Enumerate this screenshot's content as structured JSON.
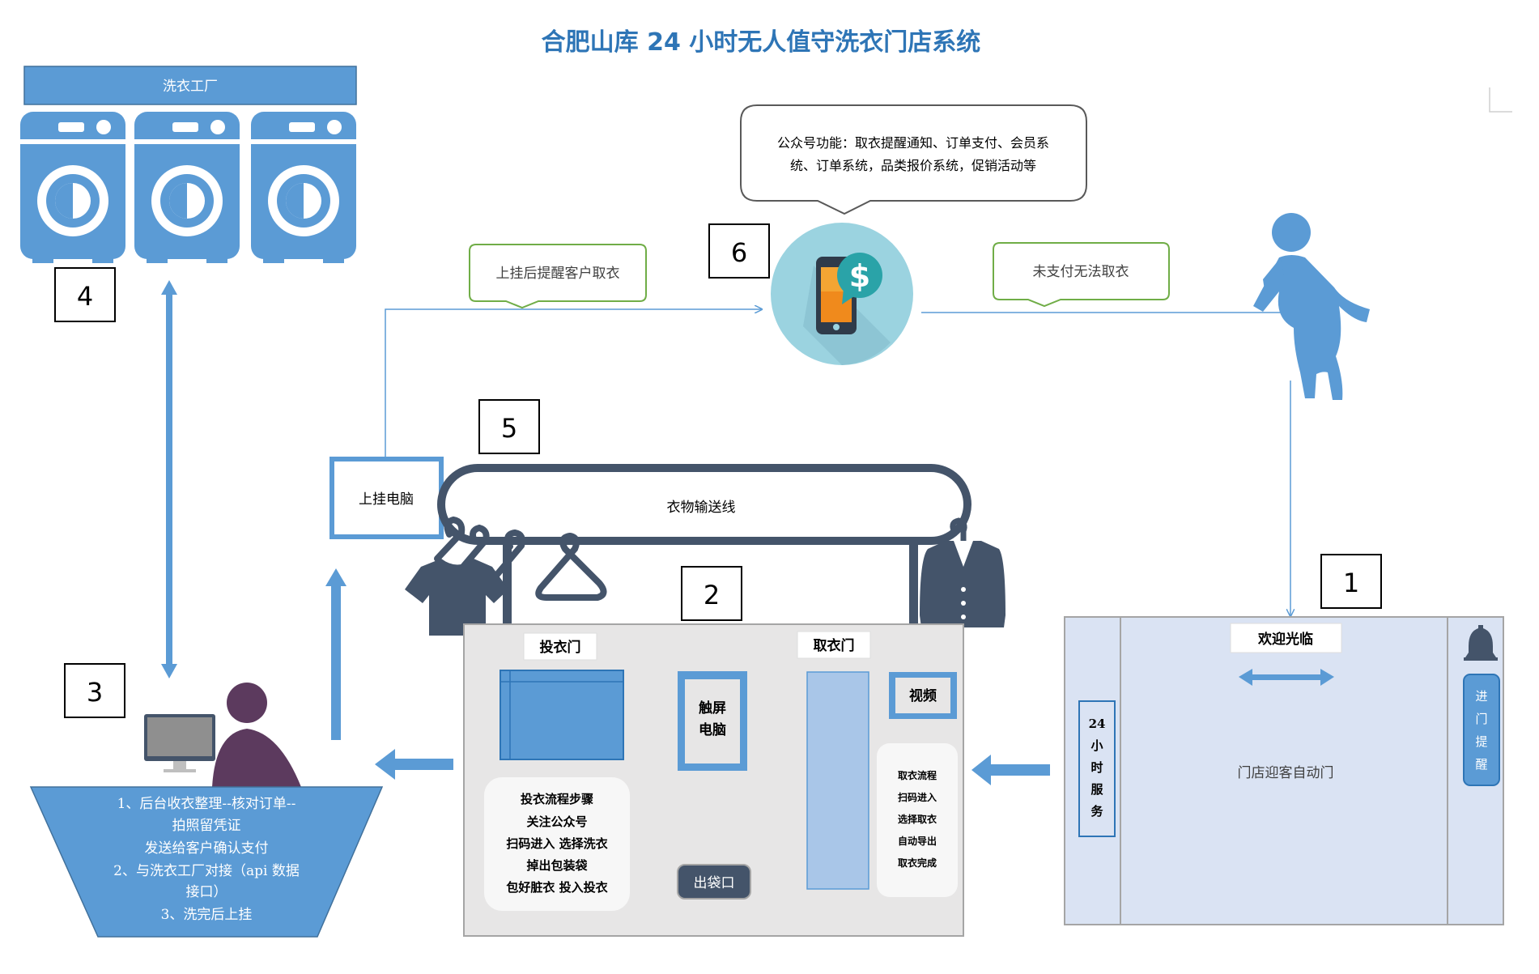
{
  "title": "合肥山库 24 小时无人值守洗衣门店系统",
  "factory": {
    "label": "洗衣工厂",
    "number": "4"
  },
  "wechat": {
    "number": "6",
    "bubble_line1": "公众号功能：取衣提醒通知、订单支付、会员系",
    "bubble_line2": "统、订单系统，品类报价系统，促销活动等",
    "left_note": "上挂后提醒客户取衣",
    "right_note": "未支付无法取衣"
  },
  "conveyor": {
    "number": "5",
    "computer_label": "上挂电脑",
    "line_label": "衣物输送线"
  },
  "store": {
    "number": "2",
    "drop_door": "投衣门",
    "pick_door": "取衣门",
    "touch_label1": "触屏",
    "touch_label2": "电脑",
    "video_label": "视频",
    "bag_outlet": "出袋口",
    "drop_steps": [
      "投衣流程步骤",
      "关注公众号",
      "扫码进入  选择洗衣",
      "掉出包装袋",
      "包好脏衣  投入投衣"
    ],
    "pick_steps": [
      "取衣流程",
      "扫码进入",
      "选择取衣",
      "自动导出",
      "取衣完成"
    ]
  },
  "entrance": {
    "number": "1",
    "welcome": "欢迎光临",
    "door_label": "门店迎客自动门",
    "service": [
      "24",
      "小",
      "时",
      "服",
      "务"
    ],
    "reminder": [
      "进",
      "门",
      "提",
      "醒"
    ]
  },
  "backoffice": {
    "number": "3",
    "lines": [
      "1、后台收衣整理--核对订单--",
      "拍照留凭证",
      "发送给客户确认支付",
      "2、与洗衣工厂对接（api 数据",
      "接口）",
      "3、洗完后上挂"
    ]
  },
  "colors": {
    "title": "#2e75b6",
    "blue": "#5b9bd5",
    "light_blue": "#dae3f3",
    "store_gray": "#e7e6e6",
    "dark_slate": "#44546a",
    "green": "#70ad47",
    "person_purple": "#5c3a5e"
  }
}
